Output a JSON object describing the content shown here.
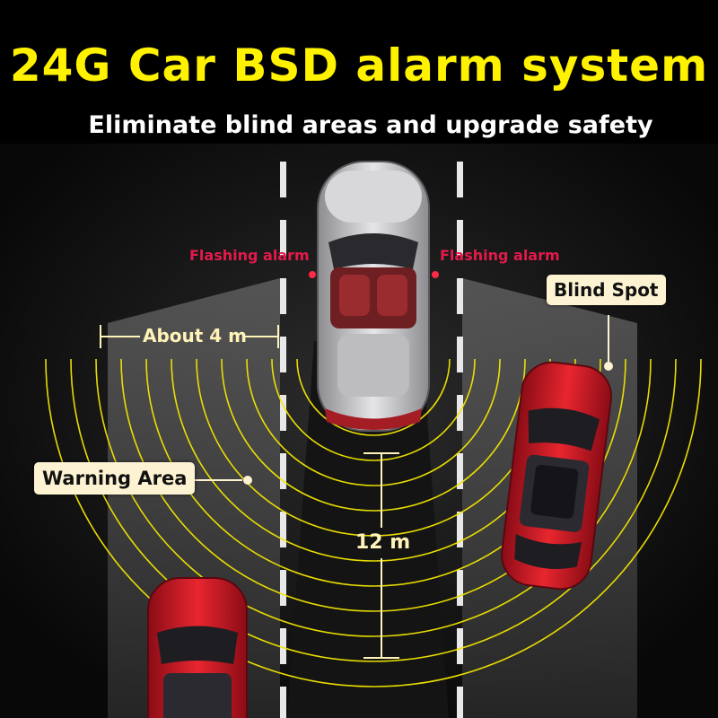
{
  "title": "24G Car BSD alarm system",
  "subtitle": "Eliminate blind areas and upgrade safety",
  "labels": {
    "flashing_alarm_left": "Flashing alarm",
    "flashing_alarm_right": "Flashing alarm",
    "blind_spot": "Blind Spot",
    "warning_area": "Warning Area",
    "width_measure": "About 4 m",
    "length_measure": "12 m"
  },
  "colors": {
    "title": "#fff200",
    "subtitle": "#ffffff",
    "alarm_text": "#e31a4a",
    "radar_rings": "#f2e600",
    "tag_background": "#fdf3d3",
    "host_car": "#c8c8cc",
    "red_car": "#d2192a",
    "background": "#000000"
  },
  "icons": {
    "host_car": "silver-convertible-car-icon",
    "adjacent_car": "red-suv-car-icon",
    "following_car": "red-suv-car-icon",
    "sensor_dots": "alarm-light-dot"
  }
}
